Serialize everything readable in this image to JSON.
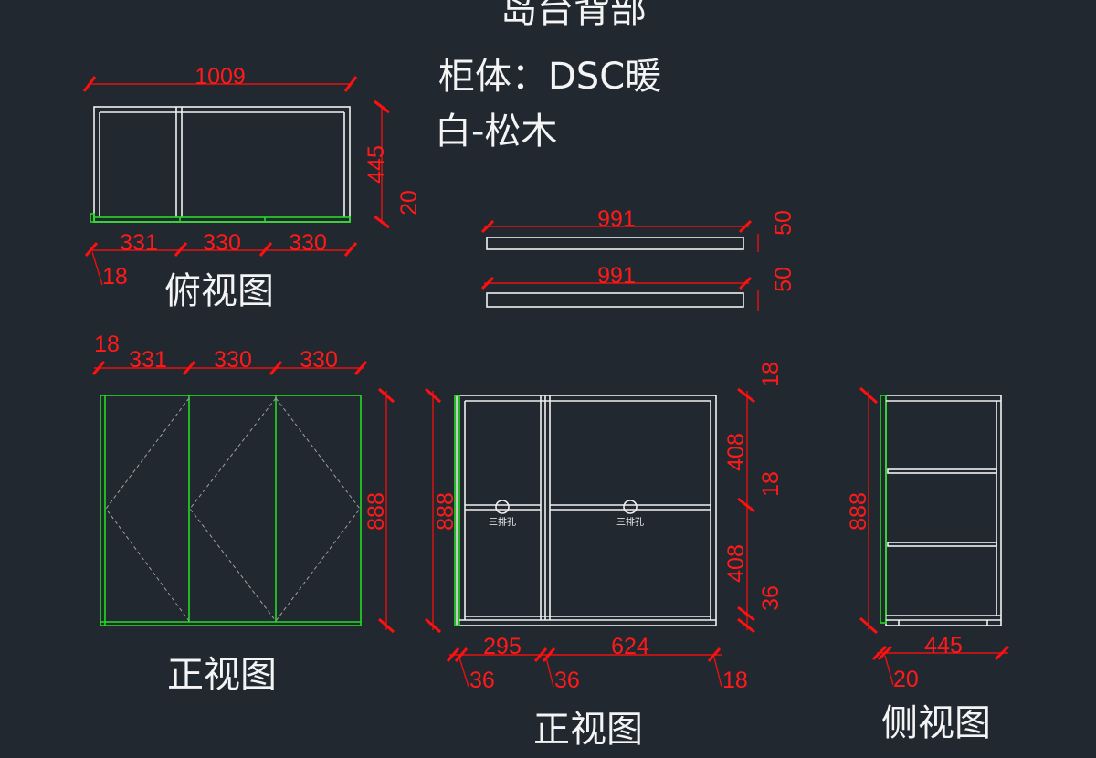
{
  "title": {
    "line1": "岛台背部",
    "line2": "柜体：DSC暖",
    "line3": "白-松木"
  },
  "colors": {
    "background": "#212830",
    "dimension": "#ff1a1a",
    "panel": "#f0f0f0",
    "door": "#22dd22"
  },
  "top_view": {
    "label": "俯视图",
    "width": "1009",
    "depth": "445",
    "offset": "20",
    "seg1": "331",
    "seg2": "330",
    "seg3": "330",
    "edge": "18"
  },
  "strips": [
    {
      "length": "991",
      "height": "50"
    },
    {
      "length": "991",
      "height": "50"
    }
  ],
  "front_view_doors": {
    "label": "正视图",
    "edge": "18",
    "seg1": "331",
    "seg2": "330",
    "seg3": "330",
    "height": "888"
  },
  "front_view_carcass": {
    "label": "正视图",
    "height": "888",
    "top": "18",
    "upper": "408",
    "shelf": "18",
    "lower": "408",
    "base": "36",
    "left_width": "295",
    "right_width": "624",
    "dim_36a": "36",
    "dim_36b": "36",
    "dim_18": "18",
    "hole_label": "三排孔"
  },
  "side_view": {
    "label": "侧视图",
    "height": "888",
    "depth": "445",
    "door": "20"
  }
}
